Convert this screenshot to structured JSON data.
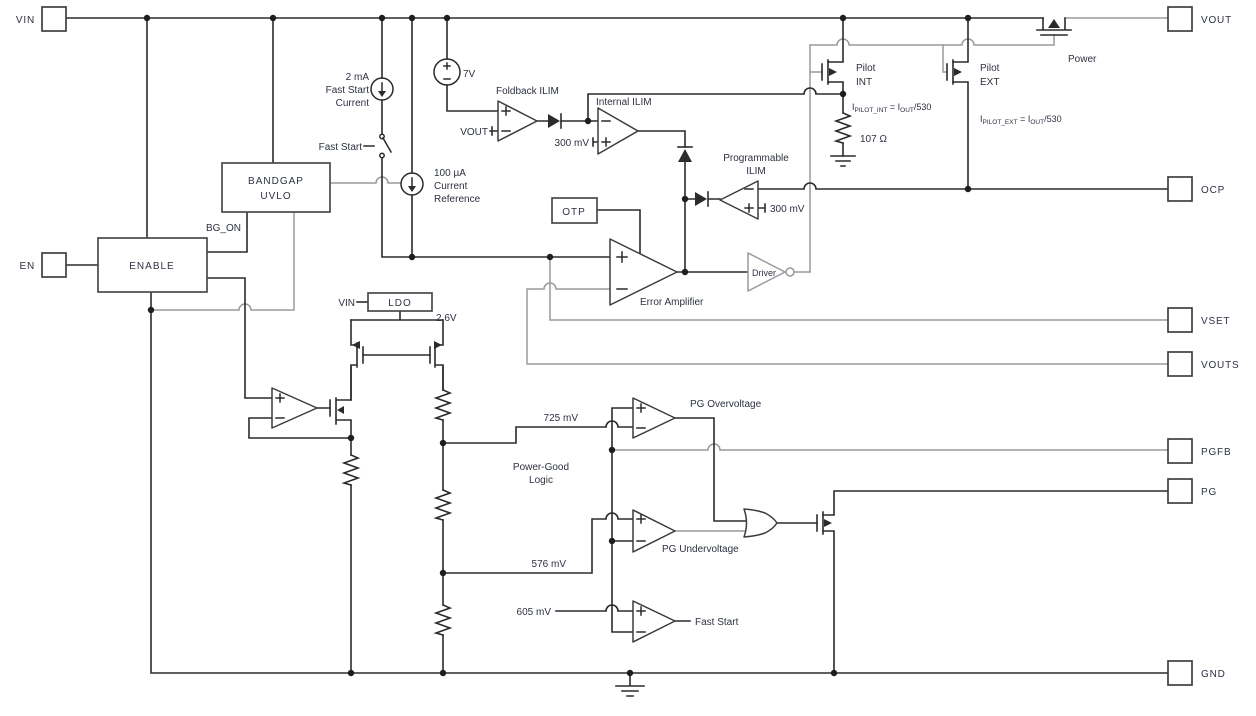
{
  "colors": {
    "wire": "#2b2b2b",
    "wire_light": "#9a9a9a",
    "text": "#2d3142",
    "background": "#ffffff"
  },
  "pins": {
    "vin": "VIN",
    "en": "EN",
    "vout": "VOUT",
    "ocp": "OCP",
    "vset": "VSET",
    "vouts": "VOUTS",
    "pgfb": "PGFB",
    "pg": "PG",
    "gnd": "GND"
  },
  "blocks": {
    "bandgap_line1": "BANDGAP",
    "bandgap_line2": "UVLO",
    "enable": "ENABLE",
    "ldo": "LDO",
    "otp": "OTP",
    "driver": "Driver"
  },
  "labels": {
    "fast_start_2ma_line1": "2 mA",
    "fast_start_2ma_line2": "Fast Start",
    "fast_start_2ma_line3": "Current",
    "fast_start_switch": "Fast Start",
    "bg_on": "BG_ON",
    "current_ref_line1": "100 µA",
    "current_ref_line2": "Current",
    "current_ref_line3": "Reference",
    "v7": "7V",
    "foldback_ilim": "Foldback ILIM",
    "vout_sense": "VOUT",
    "internal_ilim": "Internal ILIM",
    "programmable_line1": "Programmable",
    "programmable_line2": "ILIM",
    "error_amplifier": "Error Amplifier",
    "pilot_int_line1": "Pilot",
    "pilot_int_line2": "INT",
    "pilot_ext_line1": "Pilot",
    "pilot_ext_line2": "EXT",
    "power": "Power",
    "r107": "107 Ω",
    "vin_ldo": "VIN",
    "v26": "2.6V",
    "power_good_line1": "Power-Good",
    "power_good_line2": "Logic",
    "pg_overvoltage": "PG Overvoltage",
    "pg_undervoltage": "PG Undervoltage",
    "fast_start_out": "Fast Start",
    "mv300_internal": "300 mV",
    "mv300_prog": "300 mV",
    "mv725": "725 mV",
    "mv576": "576 mV",
    "mv605": "605 mV"
  },
  "formulas": {
    "pilot_int": {
      "p1": "I",
      "sub1": "PILOT_INT",
      "p2": " = I",
      "sub2": "OUT",
      "p3": "/530"
    },
    "pilot_ext": {
      "p1": "I",
      "sub1": "PILOT_EXT",
      "p2": " = I",
      "sub2": "OUT",
      "p3": "/530"
    }
  }
}
